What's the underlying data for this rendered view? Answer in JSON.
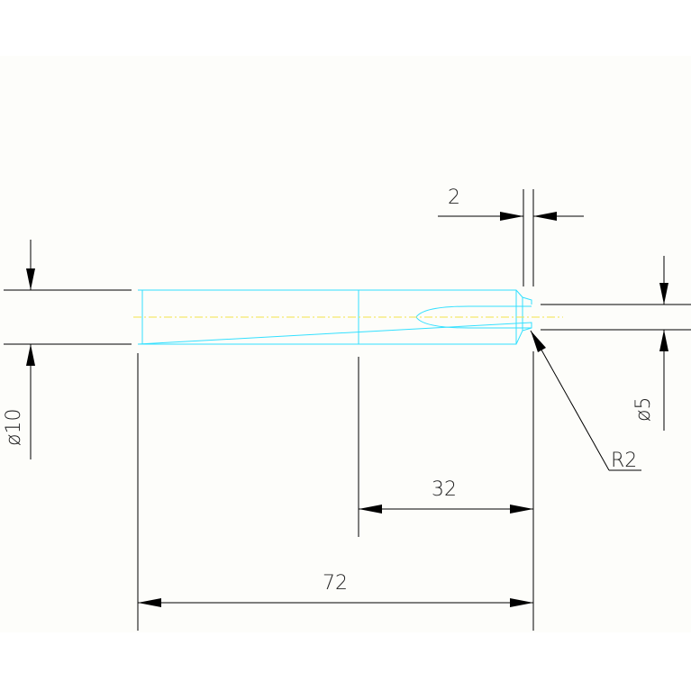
{
  "drawing": {
    "title": "",
    "colors": {
      "part": "#33e0ff",
      "centerline": "#f2e34a",
      "dimension": "#000000",
      "sheet": "#fdfdfa"
    },
    "dimensions": {
      "groove_width": "2",
      "diameter_large": "ø10",
      "diameter_small": "ø5",
      "radius": "R2",
      "length_tip": "32",
      "length_total": "72"
    }
  }
}
